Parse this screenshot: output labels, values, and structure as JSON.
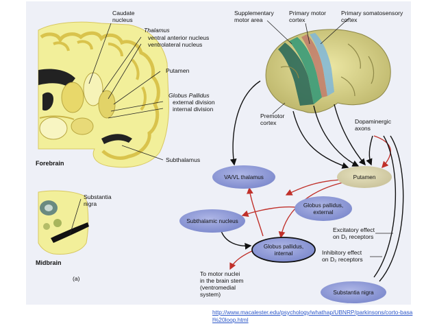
{
  "colors": {
    "background": "#eef0f7",
    "brain_yellow": "#f2ef9a",
    "gray_matter": "#e4cf55",
    "node_blue": "#8f9ad6",
    "node_gpi": "#6f86c9",
    "putamen_fill": "#d8d2a8",
    "excitatory_arrow": "#111111",
    "inhibitory_arrow": "#c0302a",
    "link": "#2a55c8"
  },
  "labels": {
    "caudate": [
      "Caudate",
      "nucleus"
    ],
    "thalamus_title": "Thalamus",
    "thalamus_lines": [
      "ventral anterior nucleus",
      "ventrolateral nucleus"
    ],
    "putamen": "Putamen",
    "globus_title": "Globus Pallidus",
    "globus_lines": [
      "external division",
      "internal division"
    ],
    "subthalamus": "Subthalamus",
    "forebrain": "Forebrain",
    "substantia_nigra": [
      "Substantia",
      "nigra"
    ],
    "midbrain": "Midbrain",
    "panel_a": "(a)",
    "supplementary_motor": [
      "Supplementary",
      "motor area"
    ],
    "primary_motor": [
      "Primary motor",
      "cortex"
    ],
    "primary_somatosensory": [
      "Primary somatosensory",
      "cortex"
    ],
    "premotor": [
      "Premotor",
      "cortex"
    ],
    "dopaminergic": [
      "Dopaminergic",
      "axons"
    ],
    "excitatory_legend": [
      "Excitatory effect",
      "on D₁ receptors"
    ],
    "inhibitory_legend": [
      "Inhibitory effect",
      "on D₂ receptors"
    ],
    "motor_nuclei": [
      "To motor nuclei",
      "in the brain stem",
      "(ventromedial",
      "system)"
    ]
  },
  "nodes": {
    "va_vl_thalamus": "VA/VL thalamus",
    "putamen": "Putamen",
    "gp_external": [
      "Globus pallidus,",
      "external"
    ],
    "subthalamic": "Subthalamic nucleus",
    "gp_internal": [
      "Globus pallidus,",
      "internal"
    ],
    "substantia_nigra": "Substantia nigra"
  },
  "source_url": "http://www.macalester.edu/psychology/whathap/UBNRP/parkinsons/corto-basal%20loop.html"
}
